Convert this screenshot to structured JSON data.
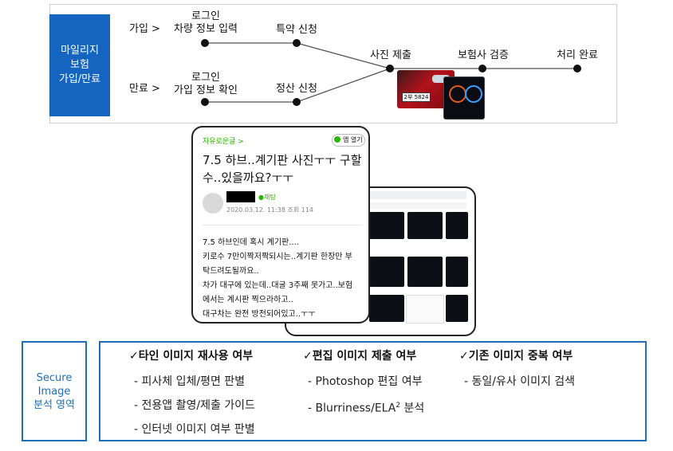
{
  "flow": {
    "side_label": "마일리지\n보험\n가입/만료",
    "join_label": "가입 >",
    "expire_label": "만료 >",
    "join_step1": "로그인\n차량 정보 입력",
    "join_step2": "특약 신청",
    "expire_step1": "로그인\n가입 정보 확인",
    "expire_step2": "정산 신청",
    "photo_submit": "사진 제출",
    "insurer_review": "보험사 검증",
    "done": "처리 완료",
    "plate_text": "2부 5824"
  },
  "post": {
    "board": "자유로운글 >",
    "app_button": "앱 열기",
    "title": "7.5 하브..계기판 사진ㅜㅜ 구할\n수..있을까요?ㅜㅜ",
    "chat_label": "채팅",
    "meta": "2020.03.12. 11:38 조회 114",
    "body": "7.5 하브인데 혹시 계기판....\n키로수 7만이짝저짝되시는..계기판 한장만 부\n탁드려도될까요..\n차가 대구에 있는데..대굴 3주째 못가고..보험\n에서는 계시판 찍으라하고..\n대구차는 완전 방전되어있고..ㅜㅜ"
  },
  "analysis": {
    "area_label": "Secure\nImage\n분석 영역",
    "col1_title": "✓타인 이미지 재사용 여부",
    "col1_items": [
      "- 피사체 입체/평면 판별",
      "- 전용앱 촬영/제출 가이드",
      "- 인터넷 이미지 여부 판별"
    ],
    "col2_title": "✓편집 이미지 제출 여부",
    "col2_items": [
      "- Photoshop 편집 여부",
      "- Blurriness/ELA",
      "2",
      " 분석"
    ],
    "col3_title": "✓기존 이미지 중복 여부",
    "col3_items": [
      "- 동일/유사 이미지 검색"
    ]
  },
  "colors": {
    "accent": "#1565c0",
    "border_blue": "#1e6fb9",
    "chat_green": "#2db400"
  }
}
